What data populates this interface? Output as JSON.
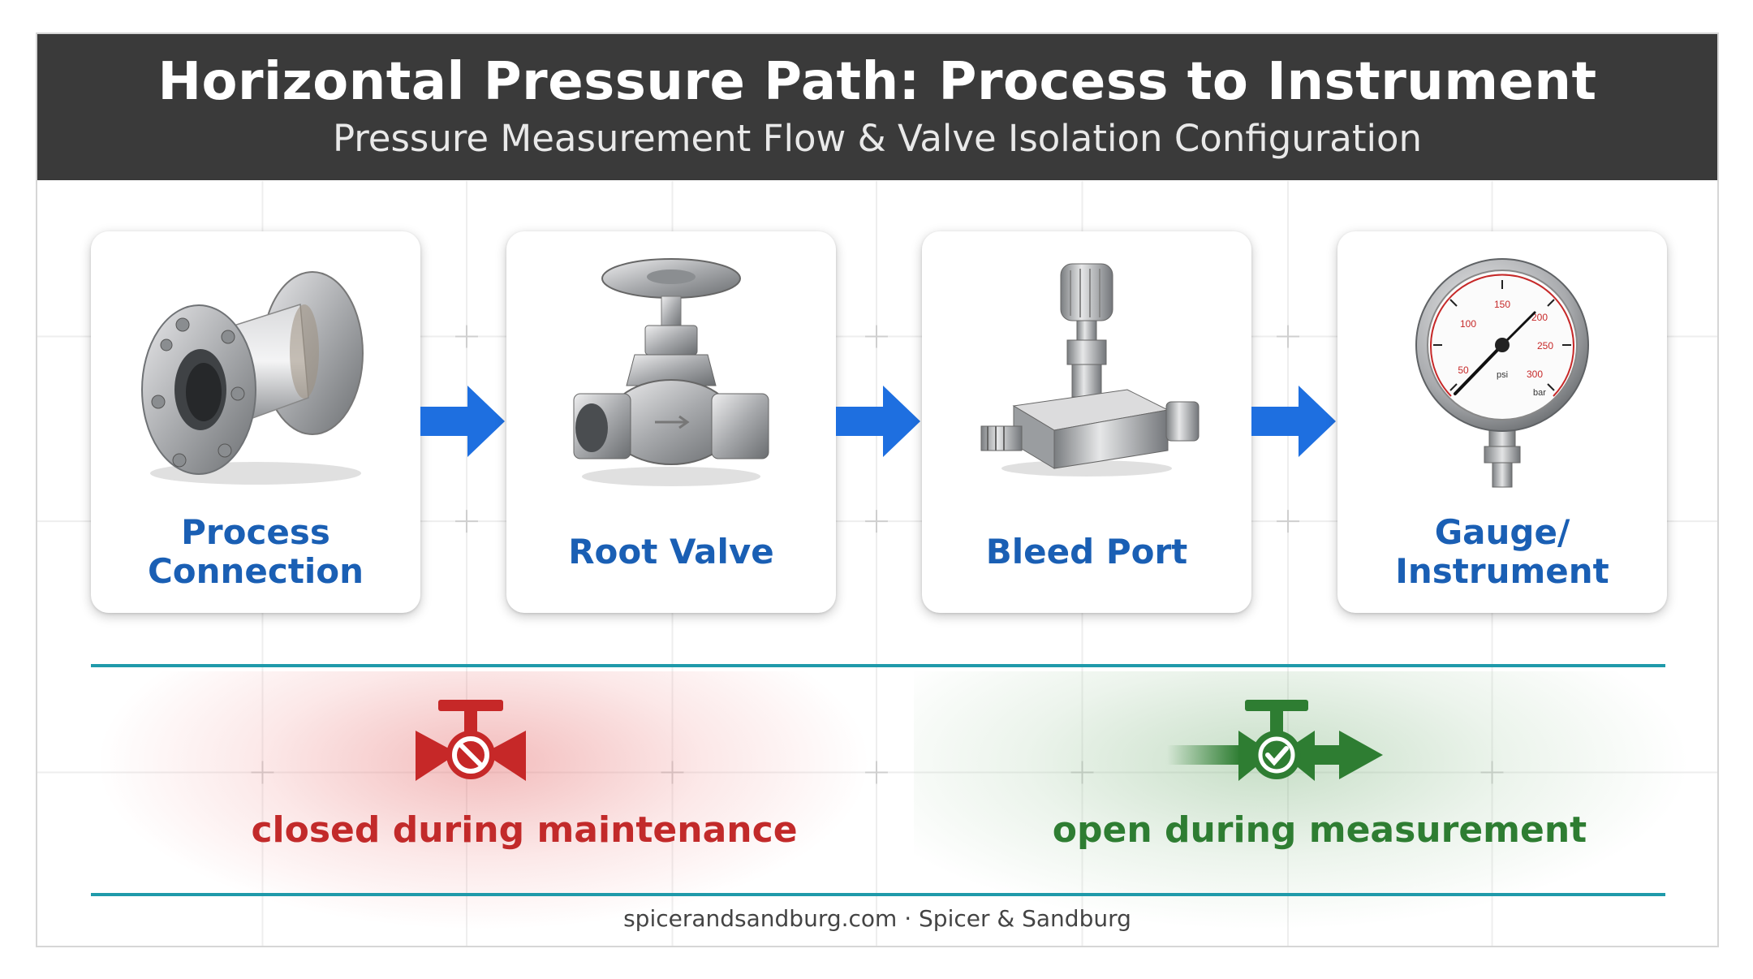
{
  "header": {
    "title": "Horizontal Pressure Path: Process to Instrument",
    "subtitle": "Pressure Measurement Flow & Valve Isolation Configuration"
  },
  "steps": [
    {
      "label": "Process Connection",
      "icon": "flanged-pipe-icon"
    },
    {
      "label": "Root Valve",
      "icon": "globe-valve-icon"
    },
    {
      "label": "Bleed Port",
      "icon": "needle-valve-icon"
    },
    {
      "label": "Gauge/ Instrument",
      "icon": "pressure-gauge-icon"
    }
  ],
  "gauge_scale": [
    "50",
    "100",
    "150",
    "200",
    "250",
    "300"
  ],
  "gauge_units": [
    "psi",
    "bar"
  ],
  "states": {
    "closed": {
      "label": "closed during maintenance",
      "color": "#c22a2a",
      "icon": "closed-valve-icon"
    },
    "open": {
      "label": "open during measurement",
      "color": "#2e7d32",
      "icon": "open-valve-icon"
    }
  },
  "colors": {
    "header": "#3a3a3a",
    "accent": "#1a5fb4",
    "arrow": "#1e6fe0",
    "rule": "#1f9aaa"
  },
  "footer": "spicerandsandburg.com · Spicer & Sandburg"
}
